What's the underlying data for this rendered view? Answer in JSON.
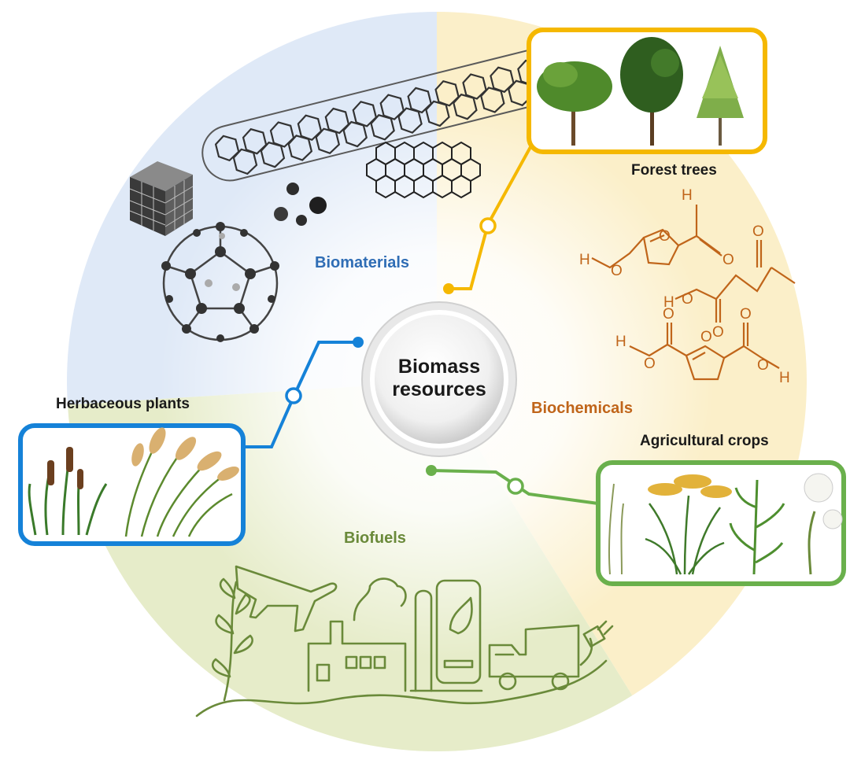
{
  "center": {
    "line1": "Biomass",
    "line2": "resources"
  },
  "sectors": {
    "biomaterials": {
      "label": "Biomaterials",
      "color": "#2f6db5"
    },
    "biochemicals": {
      "label": "Biochemicals",
      "color": "#c0651a"
    },
    "biofuels": {
      "label": "Biofuels",
      "color": "#6a8a3a"
    }
  },
  "sources": {
    "forest": {
      "label": "Forest trees",
      "color": "#f5b800"
    },
    "herbaceous": {
      "label": "Herbaceous plants",
      "color": "#1582d8"
    },
    "agricultural": {
      "label": "Agricultural crops",
      "color": "#6ab04c"
    }
  },
  "molecules": {
    "atom_h": "H",
    "atom_o": "O"
  },
  "icons": [
    "carbon-nanotube-icon",
    "graphene-sheet-icon",
    "fullerene-icon",
    "carbon-cube-icon",
    "nanoparticle-icon",
    "airplane-icon",
    "factory-icon",
    "fuel-pump-icon",
    "truck-icon",
    "plug-icon",
    "vine-plant-icon",
    "tree-icon",
    "cattail-icon",
    "reed-grass-icon",
    "wheat-icon",
    "corn-icon",
    "cotton-icon"
  ]
}
